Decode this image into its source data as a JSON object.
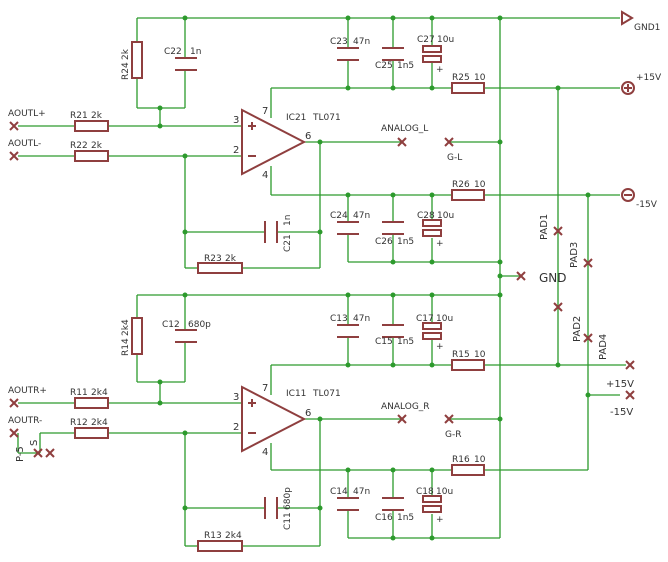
{
  "supply": {
    "gnd1": "GND1",
    "plus15": "+15V",
    "minus15": "-15V",
    "gnd": "GND",
    "plus15_b": "+15V",
    "minus15_b": "-15V"
  },
  "pads": {
    "pad1": "PAD1",
    "pad2": "PAD2",
    "pad3": "PAD3",
    "pad4": "PAD4",
    "p5": "P-5",
    "s": "S"
  },
  "left": {
    "in_plus": "AOUTL+",
    "in_minus": "AOUTL-",
    "r21": "R21",
    "r21_val": "2k",
    "r22": "R22",
    "r22_val": "2k",
    "r23": "R23",
    "r23_val": "2k",
    "r24": "R24",
    "r24_val": "2k",
    "r25": "R25",
    "r25_val": "10",
    "r26": "R26",
    "r26_val": "10",
    "c21": "C21",
    "c21_val": "1n",
    "c22": "C22",
    "c22_val": "1n",
    "c23": "C23",
    "c23_val": "47n",
    "c24": "C24",
    "c24_val": "47n",
    "c25": "C25",
    "c25_val": "1n5",
    "c26": "C26",
    "c26_val": "1n5",
    "c27": "C27",
    "c27_val": "10u",
    "c28": "C28",
    "c28_val": "10u",
    "ic": "IC21",
    "ic_type": "TL071",
    "out": "ANALOG_L",
    "gnd_pad": "G-L"
  },
  "right": {
    "in_plus": "AOUTR+",
    "in_minus": "AOUTR-",
    "r11": "R11",
    "r11_val": "2k4",
    "r12": "R12",
    "r12_val": "2k4",
    "r13": "R13",
    "r13_val": "2k4",
    "r14": "R14",
    "r14_val": "2k4",
    "r15": "R15",
    "r15_val": "10",
    "r16": "R16",
    "r16_val": "10",
    "c11": "C11",
    "c11_val": "680p",
    "c12": "C12",
    "c12_val": "680p",
    "c13": "C13",
    "c13_val": "47n",
    "c14": "C14",
    "c14_val": "47n",
    "c15": "C15",
    "c15_val": "1n5",
    "c16": "C16",
    "c16_val": "1n5",
    "c17": "C17",
    "c17_val": "10u",
    "c18": "C18",
    "c18_val": "10u",
    "ic": "IC11",
    "ic_type": "TL071",
    "out": "ANALOG_R",
    "gnd_pad": "G-R"
  },
  "pins": {
    "p3": "3",
    "p2": "2",
    "p6": "6",
    "p7": "7",
    "p4": "4",
    "plus": "+",
    "minus": "-"
  }
}
